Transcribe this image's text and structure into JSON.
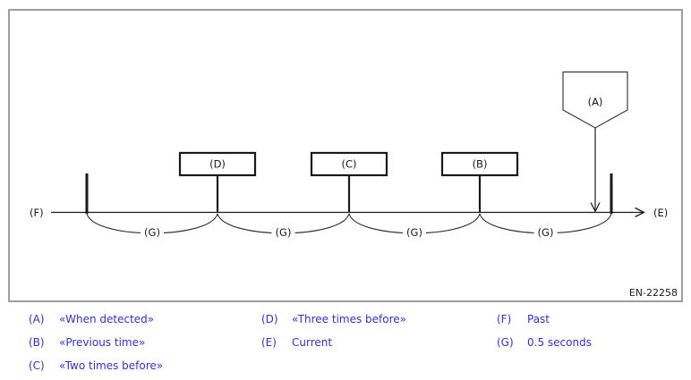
{
  "figure": {
    "code": "EN-22258",
    "axis": {
      "start_label": "(F)",
      "end_label": "(E)"
    },
    "marker_label": "(A)",
    "boxes": [
      {
        "label": "(D)"
      },
      {
        "label": "(C)"
      },
      {
        "label": "(B)"
      }
    ],
    "intervals": [
      {
        "label": "(G)"
      },
      {
        "label": "(G)"
      },
      {
        "label": "(G)"
      },
      {
        "label": "(G)"
      }
    ]
  },
  "legend": {
    "columns": [
      {
        "items": [
          {
            "key": "(A)",
            "label": "«When detected»"
          },
          {
            "key": "(B)",
            "label": "«Previous time»"
          },
          {
            "key": "(C)",
            "label": "«Two times before»"
          }
        ]
      },
      {
        "items": [
          {
            "key": "(D)",
            "label": "«Three times before»"
          },
          {
            "key": "(E)",
            "label": "Current"
          }
        ]
      },
      {
        "items": [
          {
            "key": "(F)",
            "label": "Past"
          },
          {
            "key": "(G)",
            "label": "0.5 seconds"
          }
        ]
      }
    ]
  },
  "colors": {
    "legend_text": "#3333cc",
    "diagram_line": "#1a1a1a",
    "frame_border": "#9e9e9e",
    "background": "#ffffff"
  }
}
